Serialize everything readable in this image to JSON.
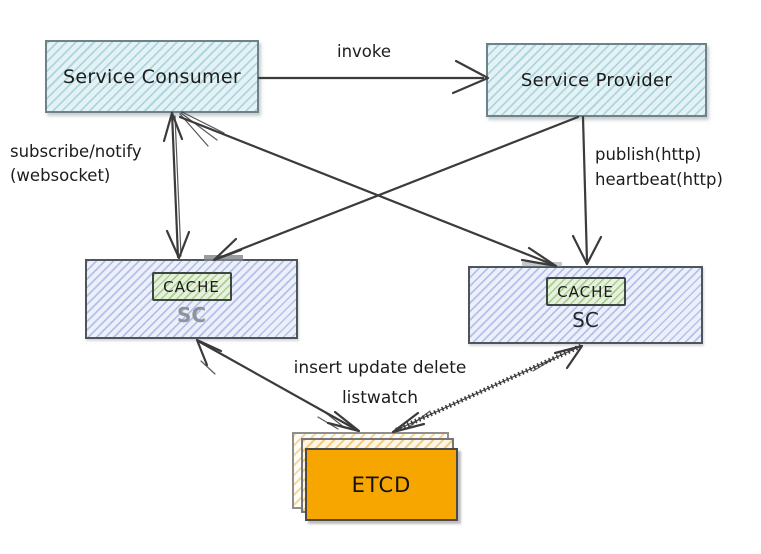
{
  "nodes": {
    "service_consumer": "Service Consumer",
    "service_provider": "Service Provider",
    "sc_left": {
      "cache": "CACHE",
      "label": "SC"
    },
    "sc_right": {
      "cache": "CACHE",
      "label": "SC"
    },
    "etcd": "ETCD"
  },
  "edge_labels": {
    "invoke": "invoke",
    "subscribe_line1": "subscribe/notify",
    "subscribe_line2": "(websocket)",
    "publish_line1": "publish(http)",
    "publish_line2": "heartbeat(http)",
    "etcd_ops_line1": "insert update delete",
    "etcd_ops_line2": "listwatch"
  },
  "colors": {
    "teal_fill": "#e4f2f5",
    "teal_hatch": "#aed6df",
    "blue_fill": "#edf0fa",
    "blue_hatch": "#b4c1e8",
    "green_fill": "#e8f1de",
    "green_hatch": "#a8cf92",
    "etcd_fill": "#f7a600",
    "etcd_back_hatch": "#e9a116",
    "arrow": "#3b3b3b",
    "text": "#1c1c1c",
    "border_teal": "#6e8287",
    "border_dark": "#4e565a",
    "sc_gray_text": "#8f9499"
  }
}
